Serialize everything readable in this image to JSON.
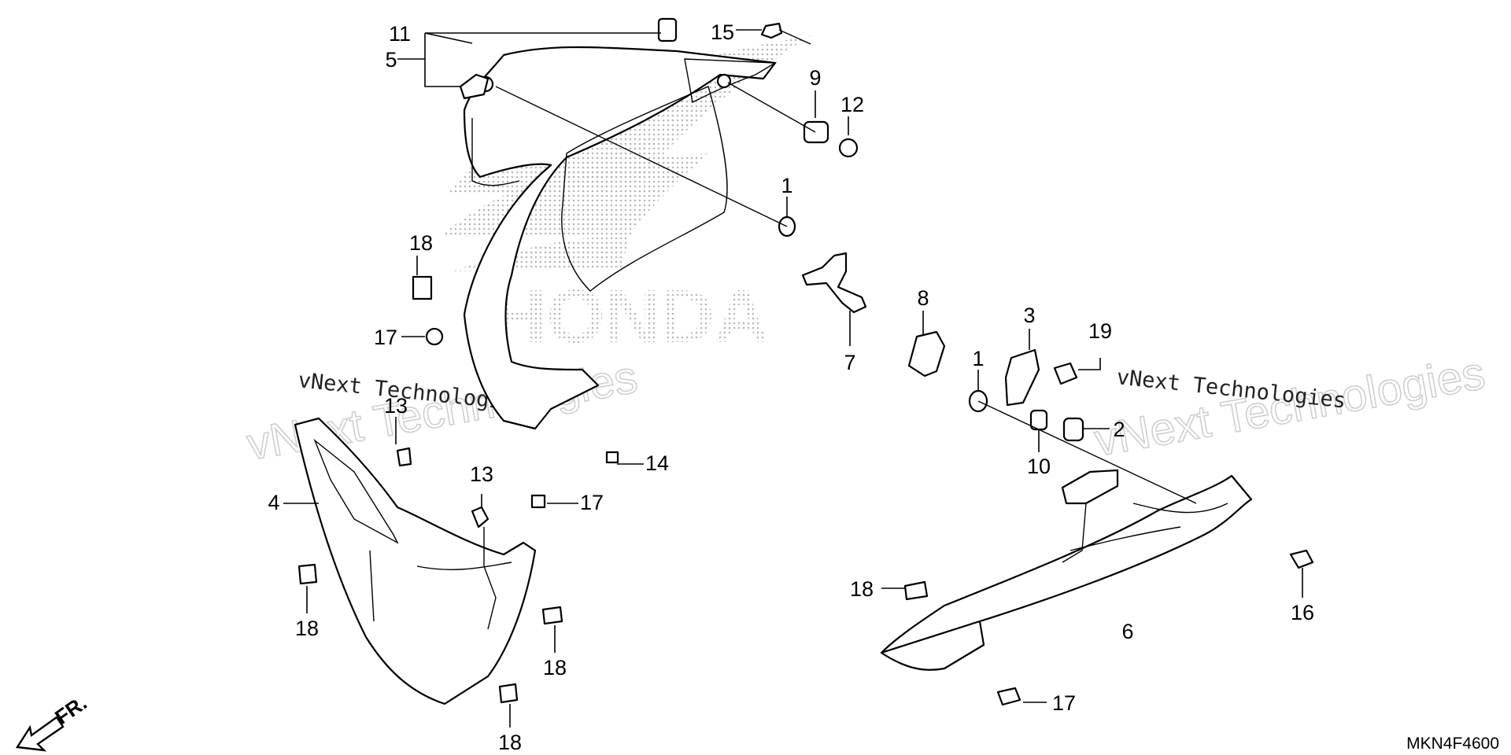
{
  "diagram": {
    "catalog_code": "MKN4F4600",
    "direction_label": "FR.",
    "brand_watermark": "HONDA",
    "watermarks": [
      {
        "id": "wm-left-italic",
        "text": "vNext Technologies"
      },
      {
        "id": "wm-left-mono",
        "text": "vNext Technologies"
      },
      {
        "id": "wm-right-italic",
        "text": "vNext Technologies"
      },
      {
        "id": "wm-right-mono",
        "text": "vNext Technologies"
      }
    ],
    "callouts": [
      {
        "id": "c11",
        "text": "11"
      },
      {
        "id": "c5",
        "text": "5"
      },
      {
        "id": "c15",
        "text": "15"
      },
      {
        "id": "c9",
        "text": "9"
      },
      {
        "id": "c12",
        "text": "12"
      },
      {
        "id": "c1a",
        "text": "1"
      },
      {
        "id": "c18a",
        "text": "18"
      },
      {
        "id": "c17a",
        "text": "17"
      },
      {
        "id": "c7",
        "text": "7"
      },
      {
        "id": "c13a",
        "text": "13"
      },
      {
        "id": "c4",
        "text": "4"
      },
      {
        "id": "c14",
        "text": "14"
      },
      {
        "id": "c17b",
        "text": "17"
      },
      {
        "id": "c13b",
        "text": "13"
      },
      {
        "id": "c18b",
        "text": "18"
      },
      {
        "id": "c18c",
        "text": "18"
      },
      {
        "id": "c18d",
        "text": "18"
      },
      {
        "id": "c8",
        "text": "8"
      },
      {
        "id": "c3",
        "text": "3"
      },
      {
        "id": "c19",
        "text": "19"
      },
      {
        "id": "c1b",
        "text": "1"
      },
      {
        "id": "c2",
        "text": "2"
      },
      {
        "id": "c10",
        "text": "10"
      },
      {
        "id": "c18e",
        "text": "18"
      },
      {
        "id": "c6",
        "text": "6"
      },
      {
        "id": "c16",
        "text": "16"
      },
      {
        "id": "c17c",
        "text": "17"
      }
    ]
  }
}
